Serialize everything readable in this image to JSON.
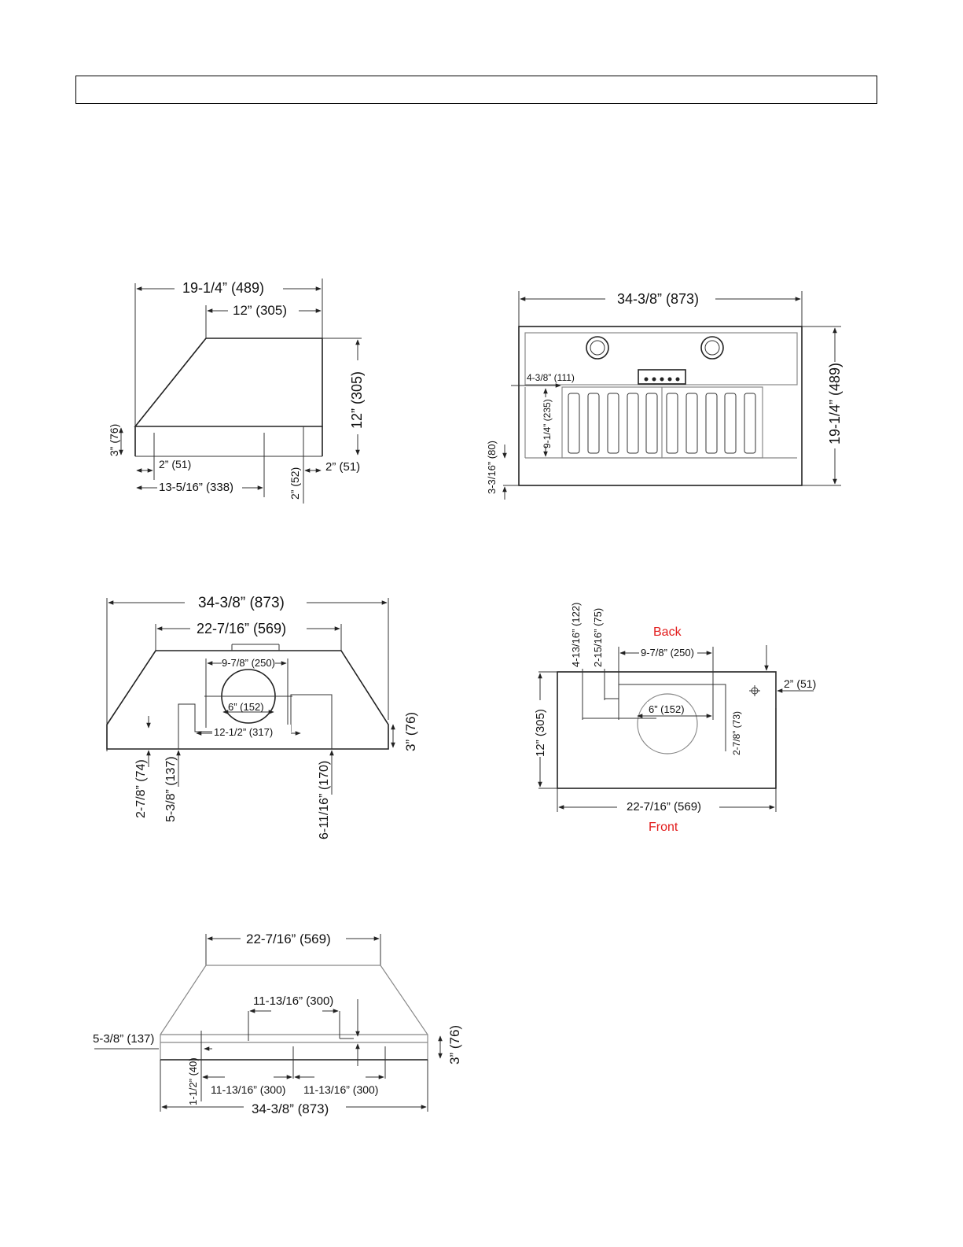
{
  "header": {
    "title": ""
  },
  "side_view": {
    "overall_depth": "19-1/4” (489)",
    "top_depth": "12” (305)",
    "height": "12” (305)",
    "base_height": "3” (76)",
    "screw_front": "2” (51)",
    "screw_middle": "13-5/16” (338)",
    "screw_rear": "2” (51)",
    "screw_vertical": "2” (52)"
  },
  "front_view": {
    "width": "34-3/8” (873)",
    "height": "19-1/4” (489)",
    "side_offset": "4-3/8” (111)",
    "filter_height": "9-1/4” (235)",
    "bottom_height": "3-3/16” (80)"
  },
  "rear_view": {
    "bottom_width": "34-3/8” (873)",
    "top_width": "22-7/16” (569)",
    "bracket_width": "9-7/8” (250)",
    "duct_diameter": "6” (152)",
    "bracket_spacing": "12-1/2” (317)",
    "base_height": "3” (76)",
    "dim_a": "2-7/8” (74)",
    "dim_b": "5-3/8” (137)",
    "dim_c": "6-11/16” (170)"
  },
  "top_view": {
    "back_label": "Back",
    "front_label": "Front",
    "dim_left_1": "4-13/16” (122)",
    "dim_left_2": "2-15/16” (75)",
    "bracket_width": "9-7/8” (250)",
    "duct_diameter": "6” (152)",
    "duct_offset": "2-7/8” (73)",
    "right_offset": "2” (51)",
    "depth": "12” (305)",
    "width": "22-7/16” (569)"
  },
  "bottom_view": {
    "top_width": "22-7/16” (569)",
    "inner_span": "11-13/16” (300)",
    "side_offset": "5-3/8” (137)",
    "base_height": "3” (76)",
    "edge_height": "1-1/2” (40)",
    "span_left": "11-13/16” (300)",
    "span_right": "11-13/16” (300)",
    "overall_width": "34-3/8” (873)"
  },
  "colors": {
    "line": "#222222",
    "label_red": "#e21b1b"
  }
}
